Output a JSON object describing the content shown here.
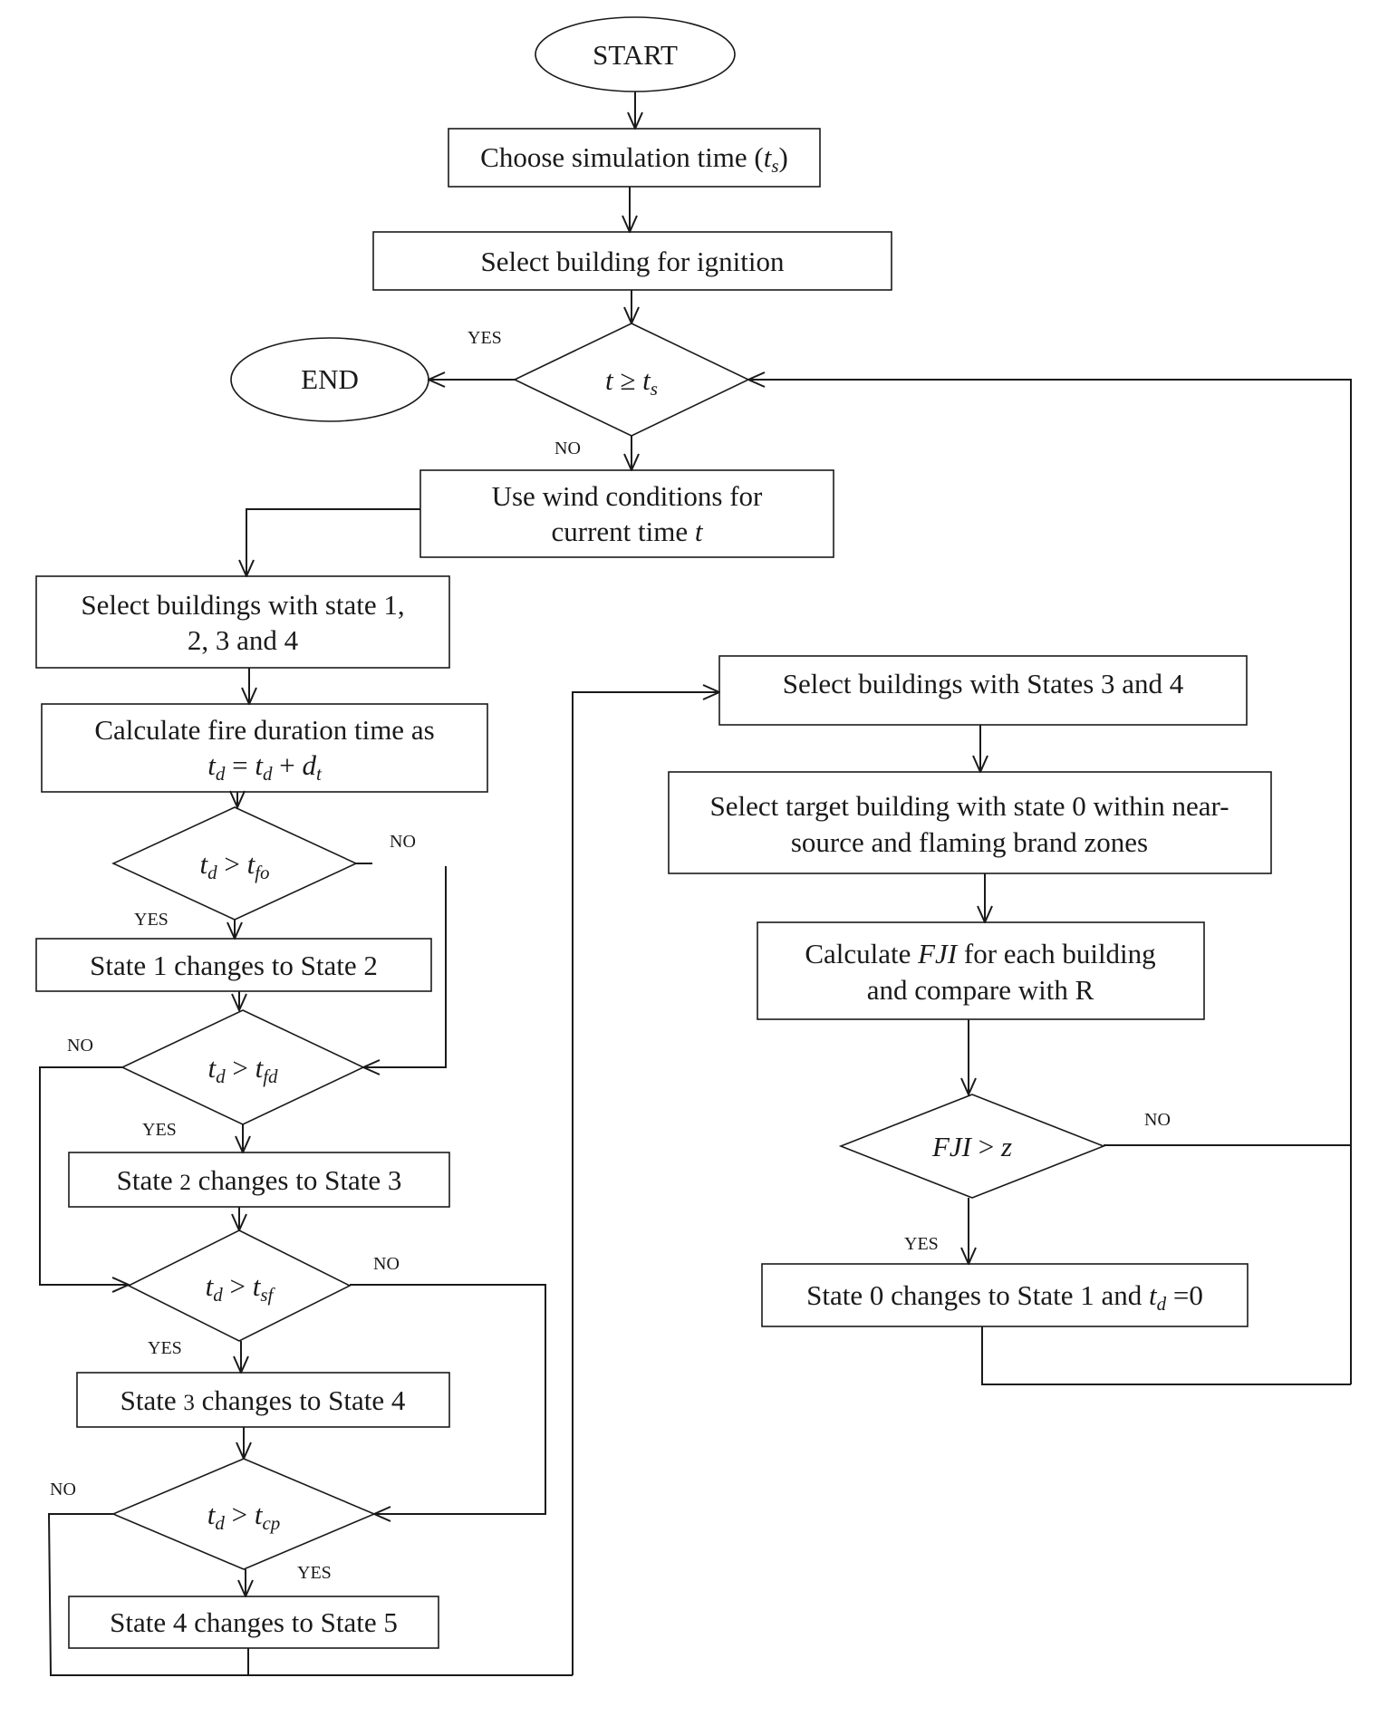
{
  "nodes": {
    "start": {
      "text": "START"
    },
    "end": {
      "text": "END"
    },
    "choose_time": {
      "pre": "Choose simulation time (",
      "var": "t",
      "sub": "s",
      "post": ")"
    },
    "select_ignition": {
      "text": "Select building for ignition"
    },
    "check_time": {
      "var1": "t",
      "op": " ≥ ",
      "var2": "t",
      "sub2": "s"
    },
    "wind": {
      "line1": "Use wind conditions for",
      "line2_pre": "current time ",
      "line2_var": "t"
    },
    "select_1234": {
      "line1": "Select buildings with state 1,",
      "line2": "2, 3 and 4"
    },
    "calc_duration": {
      "line1": "Calculate fire duration time as",
      "eq_v1": "t",
      "eq_s1": "d",
      "eq_mid": " = ",
      "eq_v2": "t",
      "eq_s2": "d",
      "eq_plus": " + ",
      "eq_v3": "d",
      "eq_s3": "t"
    },
    "dec_fo": {
      "v": "t",
      "s": "d",
      "op": " > ",
      "v2": "t",
      "s2": "fo"
    },
    "state1to2": {
      "text": "State 1 changes to State 2"
    },
    "dec_fd": {
      "v": "t",
      "s": "d",
      "op": " > ",
      "v2": "t",
      "s2": "fd"
    },
    "state2to3": {
      "pre": "State ",
      "num": "2",
      "post": " changes to State 3"
    },
    "dec_sf": {
      "v": "t",
      "s": "d",
      "op": " > ",
      "v2": "t",
      "s2": "sf"
    },
    "state3to4": {
      "pre": "State ",
      "num": "3",
      "post": " changes to State 4"
    },
    "dec_cp": {
      "v": "t",
      "s": "d",
      "op": " > ",
      "v2": "t",
      "s2": "cp"
    },
    "state4to5": {
      "text": "State 4 changes to State 5"
    },
    "select_34": {
      "text": "Select buildings with States 3 and 4"
    },
    "select_target": {
      "line1": "Select target building with state 0 within near-",
      "line2": "source and flaming brand zones"
    },
    "calc_fji": {
      "pre": "Calculate ",
      "var": "FJI",
      "post": " for each building",
      "line2": "and compare with R"
    },
    "dec_fji": {
      "var": "FJI",
      "op": " > ",
      "var2": "z"
    },
    "state0to1": {
      "pre": "State 0 changes to State 1 and ",
      "var": "t",
      "sub": "d",
      "post": " =0"
    }
  },
  "branch_labels": {
    "time_yes": "YES",
    "time_no": "NO",
    "fo_no": "NO",
    "fo_yes": "YES",
    "fd_no": "NO",
    "fd_yes": "YES",
    "sf_no": "NO",
    "sf_yes": "YES",
    "cp_no": "NO",
    "cp_yes": "YES",
    "fji_no": "NO",
    "fji_yes": "YES"
  }
}
